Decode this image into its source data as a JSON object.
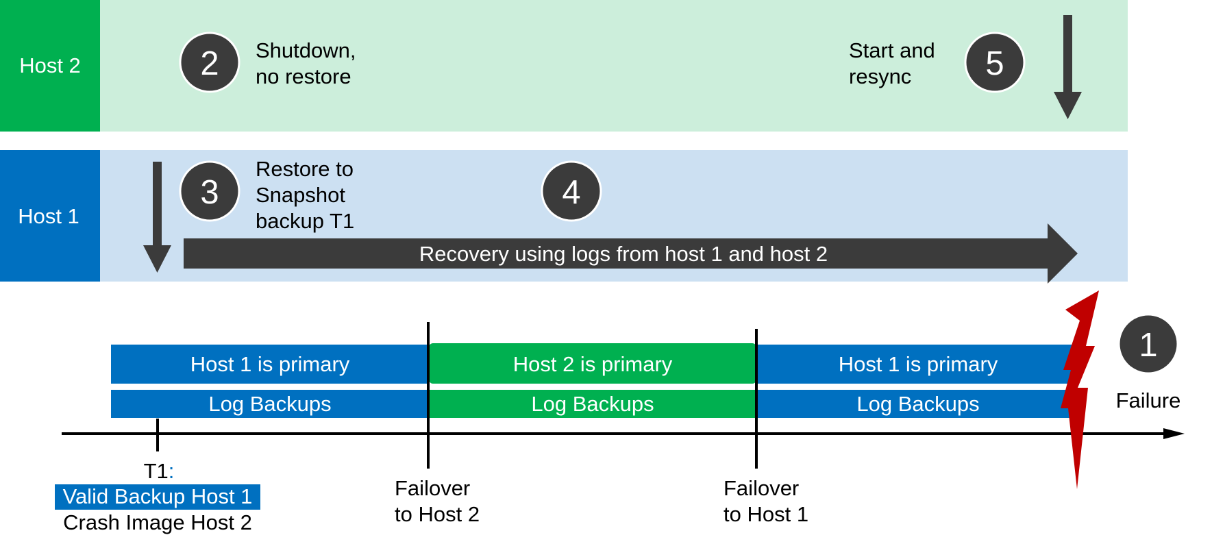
{
  "lanes": {
    "host2": {
      "label": "Host 2"
    },
    "host1": {
      "label": "Host 1"
    }
  },
  "steps": {
    "step1": {
      "number": "1",
      "caption": "Failure"
    },
    "step2": {
      "number": "2",
      "caption_lines": [
        "Shutdown,",
        "no restore"
      ]
    },
    "step3": {
      "number": "3",
      "caption_lines": [
        "Restore to",
        "Snapshot",
        "backup T1"
      ]
    },
    "step4": {
      "number": "4",
      "arrow_text": "Recovery using logs from host 1 and host 2"
    },
    "step5": {
      "number": "5",
      "caption_lines": [
        "Start and",
        "resync"
      ]
    }
  },
  "timeline": {
    "segments": [
      {
        "primary": "Host 1 is primary",
        "logs": "Log Backups"
      },
      {
        "primary": "Host 2 is primary",
        "logs": "Log Backups"
      },
      {
        "primary": "Host 1 is primary",
        "logs": "Log Backups"
      }
    ],
    "t1": {
      "label": "T1",
      "colon": ":",
      "valid": "Valid Backup Host 1",
      "crash": "Crash Image Host 2"
    },
    "failover_1": {
      "lines": [
        "Failover",
        "to Host 2"
      ]
    },
    "failover_2": {
      "lines": [
        "Failover",
        "to Host 1"
      ]
    }
  },
  "colors": {
    "host2_lane": "#00B050",
    "host2_band": "#CCEEDB",
    "host1_lane": "#0070C0",
    "host1_band": "#CCE0F2",
    "segment_blue": "#0070C0",
    "segment_green": "#00B050",
    "dark": "#3B3B3B",
    "failure": "#C00000",
    "t1_colon": "#0070C0"
  }
}
